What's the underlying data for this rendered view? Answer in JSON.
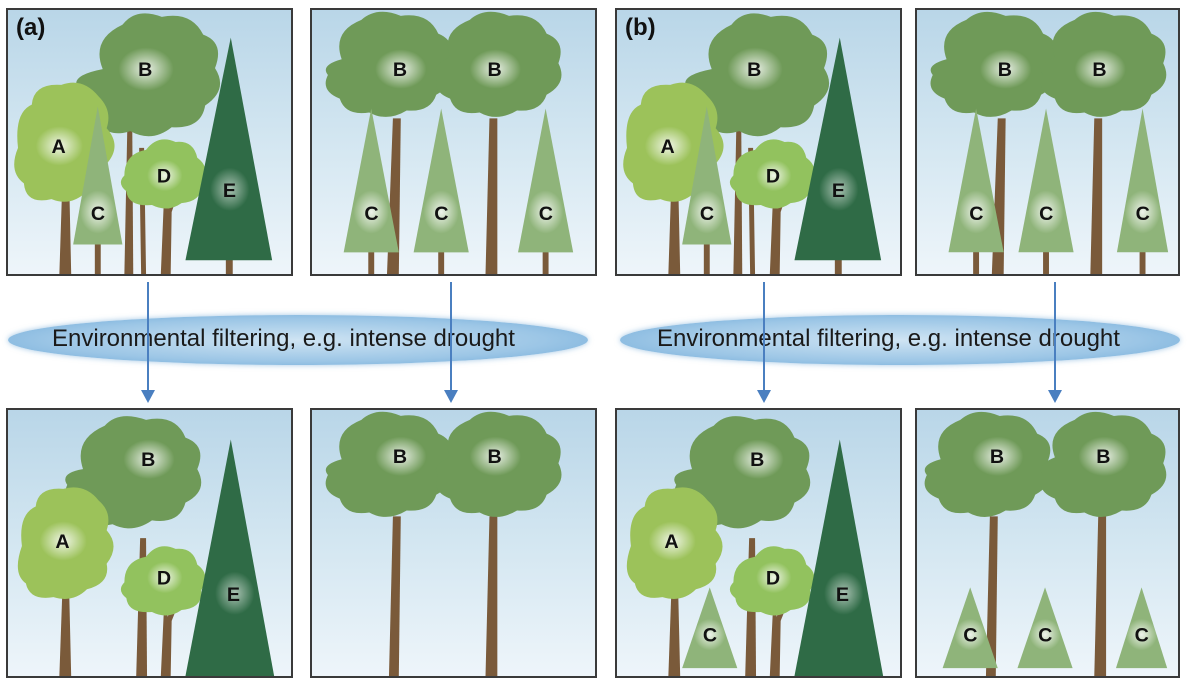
{
  "labels": {
    "a": "(a)",
    "b": "(b)"
  },
  "caption_a": "Environmental filtering, e.g. intense drought",
  "caption_b": "Environmental filtering, e.g. intense drought",
  "species": {
    "A": "A",
    "B": "B",
    "C": "C",
    "D": "D",
    "E": "E"
  },
  "colors": {
    "sky": "#cfe3ef",
    "trunk": "#7a5a3a",
    "broadleaf_light": "#9cc25a",
    "canopy": "#6f9a58",
    "conifer_light": "#8fb47a",
    "shrub": "#92c25e",
    "spruce": "#2f6b46",
    "arrow": "#4a7fc0"
  },
  "panels": {
    "a_top": {
      "label": "(a)",
      "trees": [
        "B",
        "A",
        "C",
        "D",
        "E"
      ]
    },
    "a_top_right": {
      "trees": [
        "B",
        "B",
        "C",
        "C",
        "C"
      ]
    },
    "a_bottom": {
      "trees": [
        "B",
        "A",
        "D",
        "E"
      ]
    },
    "a_bottom_right": {
      "trees": [
        "B",
        "B"
      ]
    },
    "b_top": {
      "label": "(b)",
      "trees": [
        "B",
        "A",
        "C",
        "D",
        "E"
      ]
    },
    "b_top_right": {
      "trees": [
        "B",
        "B",
        "C",
        "C",
        "C"
      ]
    },
    "b_bottom": {
      "trees": [
        "B",
        "A",
        "C",
        "D",
        "E"
      ]
    },
    "b_bottom_right": {
      "trees": [
        "B",
        "B",
        "C",
        "C",
        "C"
      ]
    }
  }
}
